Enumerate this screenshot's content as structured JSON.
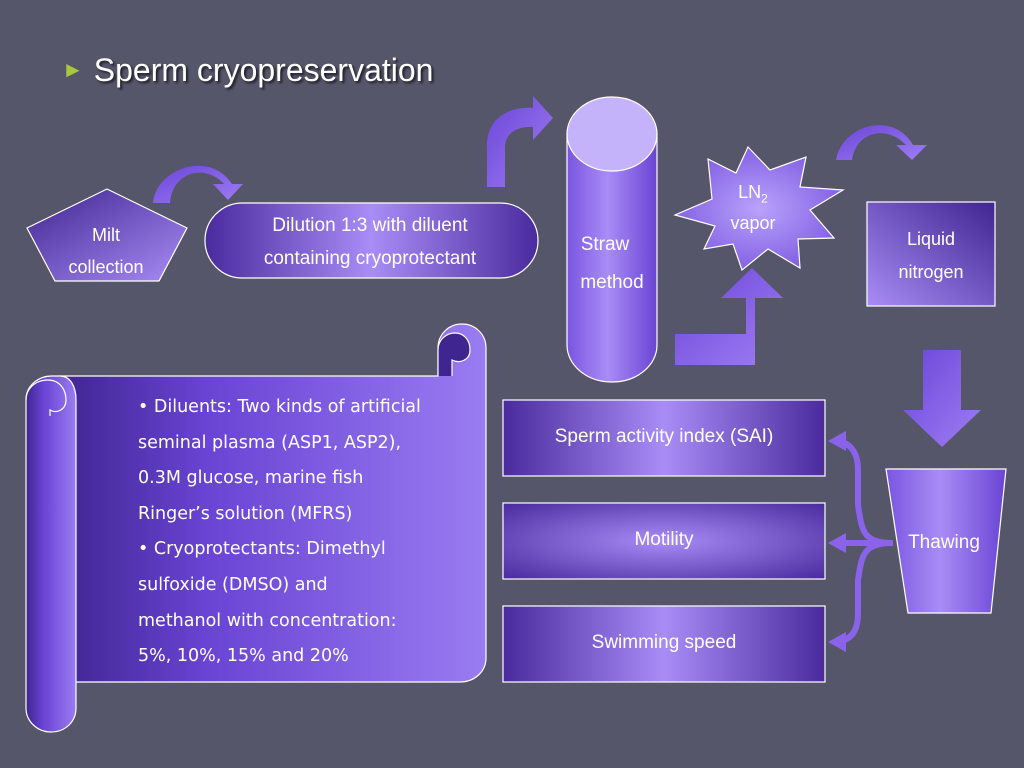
{
  "slide": {
    "title_bullet": "►",
    "title": "Sperm cryopreservation"
  },
  "nodes": {
    "milt": [
      "Milt",
      "collection"
    ],
    "dilution": [
      "Dilution 1:3 with diluent",
      "containing cryoprotectant"
    ],
    "straw": [
      "Straw",
      "method"
    ],
    "ln2": {
      "main": "LN",
      "sub": "2",
      "line2": "vapor"
    },
    "liquid_nitrogen": [
      "Liquid",
      "nitrogen"
    ],
    "sai": "Sperm activity index (SAI)",
    "motility": "Motility",
    "swimming": "Swimming speed",
    "thawing": "Thawing"
  },
  "scroll_lines": [
    "• Diluents: Two kinds of artificial",
    "seminal plasma (ASP1, ASP2),",
    "0.3M glucose, marine fish",
    "Ringer’s solution (MFRS)",
    "• Cryoprotectants: Dimethyl",
    "sulfoxide (DMSO) and",
    "methanol  with concentration:",
    "5%, 10%, 15% and 20%"
  ],
  "colors": {
    "background": "#56566a",
    "shape_light": "#a98cf6",
    "shape_dark": "#4a2b9e",
    "arrow": "#8a63ea",
    "title_bullet": "#a6c83a"
  }
}
